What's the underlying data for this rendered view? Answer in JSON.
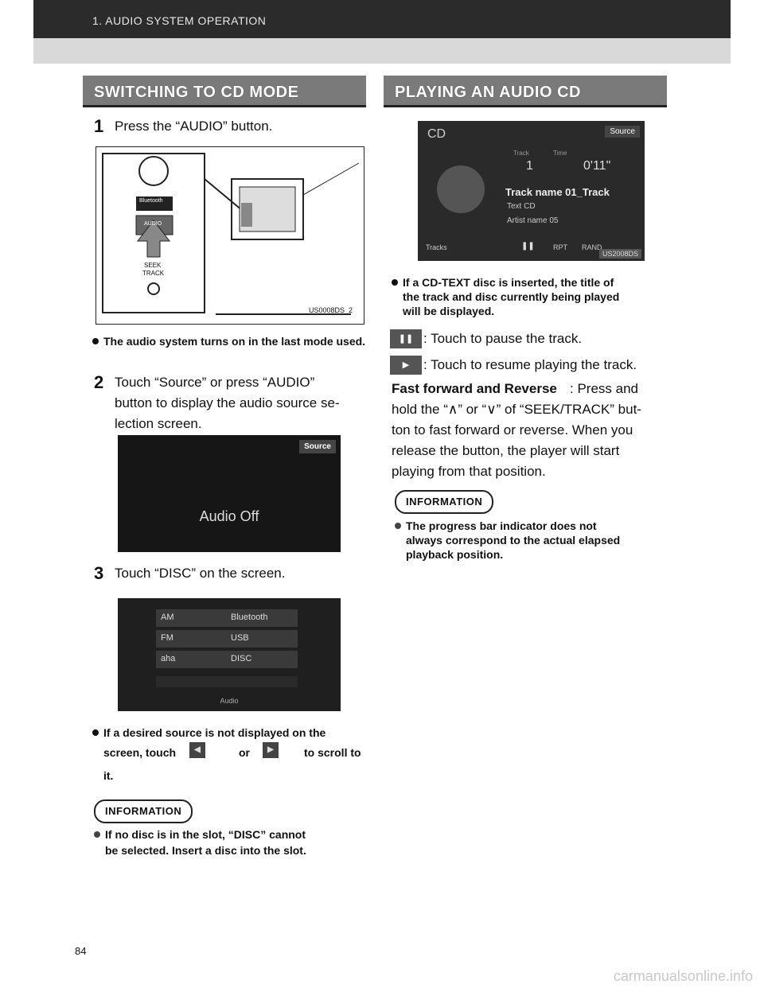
{
  "header": {
    "chapter": "1. AUDIO SYSTEM OPERATION"
  },
  "left": {
    "heading": "SWITCHING TO CD MODE",
    "step1": {
      "num": "1",
      "text": "Press the “AUDIO” button."
    },
    "fig1": {
      "tag": "US0008DS_2",
      "labels": [
        "Bluetooth",
        "AUDIO",
        "SEEK",
        "TRACK"
      ]
    },
    "bullet1": "The audio system turns on in the last mode used.",
    "step2": {
      "num": "2",
      "line1": "Touch “Source” or press “AUDIO”",
      "line2": "button to display the audio source se-",
      "line3": "lection screen."
    },
    "fig2": {
      "source_btn": "Source",
      "center_text": "Audio Off"
    },
    "step3": {
      "num": "3",
      "text": "Touch “DISC” on the screen."
    },
    "fig3": {
      "rows": [
        [
          "AM",
          "Bluetooth"
        ],
        [
          "FM",
          "USB"
        ],
        [
          "aha",
          "DISC"
        ]
      ],
      "bottom": "Audio"
    },
    "bullet2a": "If a desired source is not displayed on the",
    "bullet2b": "screen, touch",
    "bullet2or": "or",
    "bullet2c": "to scroll to",
    "bullet2d": "it.",
    "info_label": "INFORMATION",
    "info_line1": "If no disc is in the slot, “DISC” cannot",
    "info_line2": "be selected. Insert a disc into the slot."
  },
  "right": {
    "heading": "PLAYING AN AUDIO CD",
    "fig4": {
      "mode": "CD",
      "source": "Source",
      "track_label": "Track",
      "time_label": "Time",
      "track_num": "1",
      "time": "0'11\"",
      "track_name": "Track name 01_Track",
      "disc_text": "Text CD",
      "artist": "Artist name 05",
      "tracks_btn": "Tracks",
      "rpt": "RPT",
      "rand": "RAND",
      "tag": "US2008DS"
    },
    "bullet1a": "If a CD-TEXT disc is inserted, the title of",
    "bullet1b": "the track and disc currently being played",
    "bullet1c": "will be displayed.",
    "pause_text": ": Touch to pause the track.",
    "resume_text": ": Touch to resume playing the track.",
    "ff_bold": "Fast forward and Reverse",
    "ff_line1": ": Press and",
    "ff_line2": "hold the “∧” or “∨” of “SEEK/TRACK” but-",
    "ff_line3": "ton to fast forward or reverse. When you",
    "ff_line4": "release the button, the player will start",
    "ff_line5": "playing from that position.",
    "info_label": "INFORMATION",
    "info_line1": "The progress bar indicator does not",
    "info_line2": "always correspond to the actual elapsed",
    "info_line3": "playback position."
  },
  "footer": {
    "page": "84",
    "watermark": "carmanualsonline.info"
  }
}
